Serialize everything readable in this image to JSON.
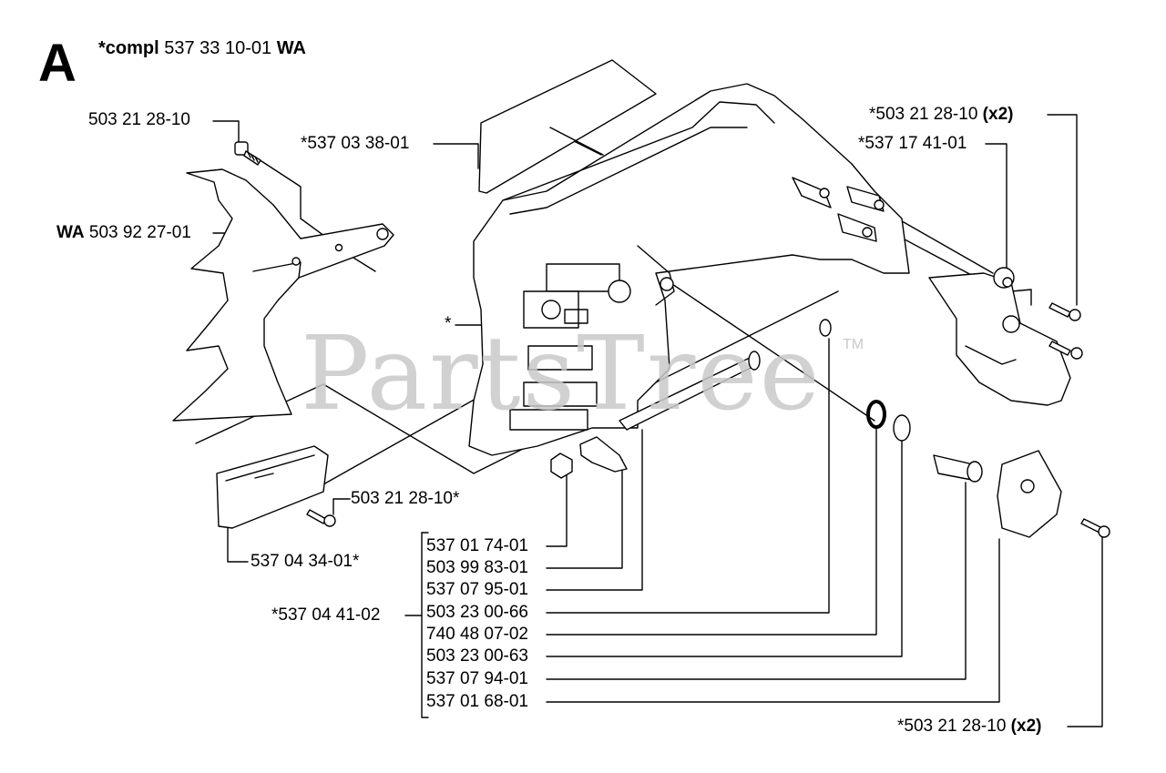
{
  "section": "A",
  "header": {
    "prefix": "*compl",
    "number": "537 33 10-01",
    "suffix": "WA"
  },
  "watermark": {
    "text": "PartsTree",
    "tm": "TM"
  },
  "labels": {
    "bolt_top": "503 21 28-10",
    "plate_main": "*537 03 38-01",
    "bumper": {
      "prefix": "WA",
      "number": "503 92 27-01"
    },
    "star": "*",
    "right_screw_top": {
      "number": "*503 21 28-10",
      "qty": "(x2)"
    },
    "right_cover": "*537 17 41-01",
    "small_screw": "503 21 28-10*",
    "small_plate": "537 04 34-01*",
    "kit": "*537 04 41-02",
    "bottom_screw": {
      "number": "*503 21 28-10",
      "qty": "(x2)"
    }
  },
  "kit_items": [
    "537 01 74-01",
    "503 99 83-01",
    "537 07 95-01",
    "503 23 00-66",
    "740 48 07-02",
    "503 23 00-63",
    "537 07 94-01",
    "537 01 68-01"
  ]
}
